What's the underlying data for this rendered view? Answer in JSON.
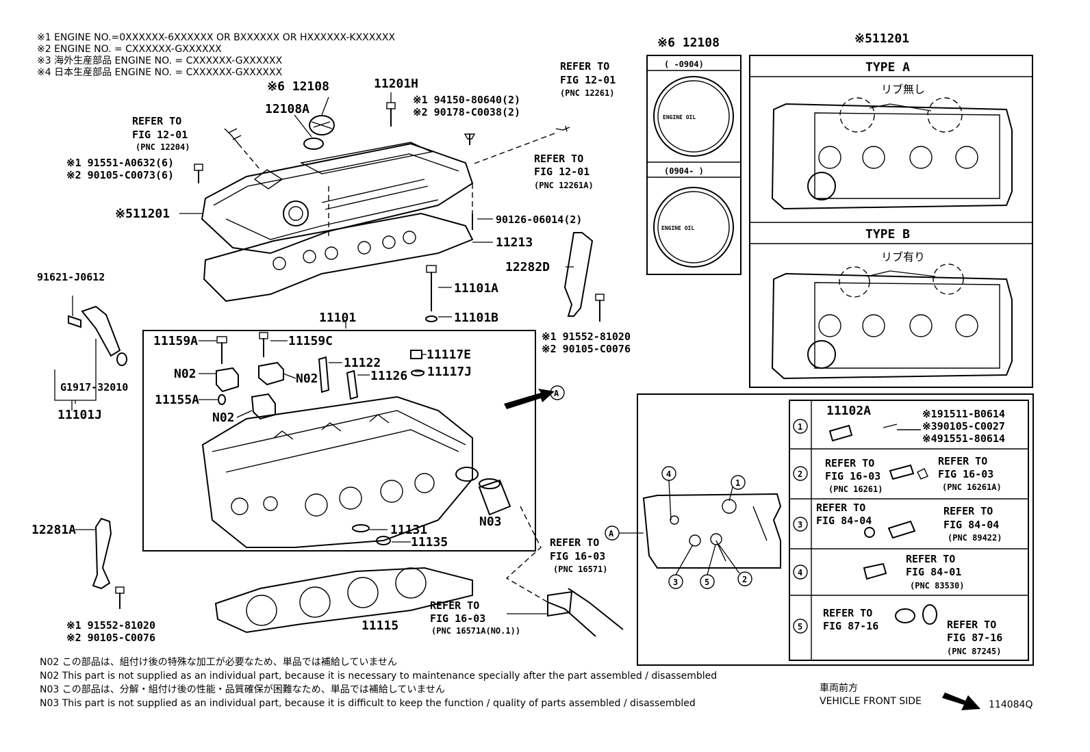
{
  "header_notes": [
    "※1 ENGINE NO.=0XXXXXX-6XXXXXX OR BXXXXXX OR HXXXXXX-KXXXXXX",
    "※2 ENGINE NO. = CXXXXXX-GXXXXXX",
    "※3 海外生産部品  ENGINE NO. = CXXXXXX-GXXXXXX",
    "※4 日本生産部品  ENGINE NO. = CXXXXXX-GXXXXXX"
  ],
  "parts": {
    "p12108_top": "※6 12108",
    "p12108A": "12108A",
    "p11201H": "11201H",
    "p94150": "※1 94150-80640(2)",
    "p90178": "※2 90178-C0038(2)",
    "ref_1201_a": [
      "REFER TO",
      "FIG 12-01",
      "(PNC 12261)"
    ],
    "ref_1201_b": [
      "REFER TO",
      "FIG 12-01",
      "(PNC 12204)"
    ],
    "ref_1201_c": [
      "REFER TO",
      "FIG 12-01",
      "(PNC 12261A)"
    ],
    "p91551": "※1 91551-A0632(6)",
    "p90105_0073": "※2 90105-C0073(6)",
    "p11201_main": "※511201",
    "p90126": "90126-06014(2)",
    "p11213": "11213",
    "p12282D": "12282D",
    "p11101A": "11101A",
    "p11101B": "11101B",
    "p91552_a": "※1 91552-81020",
    "p90105_0076_a": "※2 90105-C0076",
    "p91621": "91621-J0612",
    "pG1917": "G1917-32010",
    "p11101J": "11101J",
    "p11101": "11101",
    "p11159A": "11159A",
    "p11159C": "11159C",
    "p11122": "11122",
    "p11117E": "11117E",
    "pN02_a": "N02",
    "pN02_b": "N02",
    "pN02_c": "N02",
    "p11126": "11126",
    "p11117J": "11117J",
    "p11155A": "11155A",
    "pA": "A",
    "pN03": "N03",
    "p11131": "11131",
    "p11135": "11135",
    "p12281A": "12281A",
    "p91552_b": "※1 91552-81020",
    "p90105_0076_b": "※2 90105-C0076",
    "p11115": "11115",
    "ref_1603_a": [
      "REFER TO",
      "FIG 16-03",
      "(PNC 16571)"
    ],
    "ref_1603_b": [
      "REFER TO",
      "FIG 16-03",
      "(PNC 16571A(NO.1))"
    ]
  },
  "cap_panel": {
    "title": "※6 12108",
    "row1": "(      -0904)",
    "row2": "(0904-      )",
    "cap1_text": "ENGINE OIL",
    "cap2_text": "ENGINE OIL"
  },
  "cover_panel": {
    "title": "※511201",
    "type_a": "TYPE A",
    "type_b": "TYPE B",
    "rib_none": "リブ無し",
    "rib_yes": "リブ有り"
  },
  "detail_a": {
    "marker": "A",
    "callouts": [
      "1",
      "2",
      "3",
      "4",
      "5"
    ]
  },
  "detail_table": [
    {
      "num": "1",
      "part": "11102A",
      "refs": [
        "※191511-B0614",
        "※390105-C0027",
        "※491551-80614"
      ]
    },
    {
      "num": "2",
      "left": [
        "REFER TO",
        "FIG 16-03",
        "(PNC 16261)"
      ],
      "right": [
        "REFER TO",
        "FIG 16-03",
        "(PNC 16261A)"
      ]
    },
    {
      "num": "3",
      "left": [
        "REFER TO",
        "FIG 84-04"
      ],
      "right": [
        "REFER TO",
        "FIG 84-04",
        "(PNC 89422)"
      ]
    },
    {
      "num": "4",
      "right": [
        "REFER TO",
        "FIG 84-01",
        "(PNC 83530)"
      ]
    },
    {
      "num": "5",
      "left": [
        "REFER TO",
        "FIG 87-16"
      ],
      "right": [
        "REFER TO",
        "FIG 87-16",
        "(PNC 87245)"
      ]
    }
  ],
  "footer_notes": [
    "N02  この部品は、組付け後の特殊な加工が必要なため、単品では補給していません",
    "N02  This part is not supplied as an individual part, because it is necessary to maintenance specially after the part assembled / disassembled",
    "N03  この部品は、分解・組付け後の性能・品質確保が困難なため、単品では補給していません",
    "N03  This part is not supplied as an individual part, because it is difficult to keep the function / quality of parts  assembled / disassembled"
  ],
  "front_label_jp": "車両前方",
  "front_label_en": "VEHICLE FRONT SIDE",
  "diagram_id": "114084Q"
}
